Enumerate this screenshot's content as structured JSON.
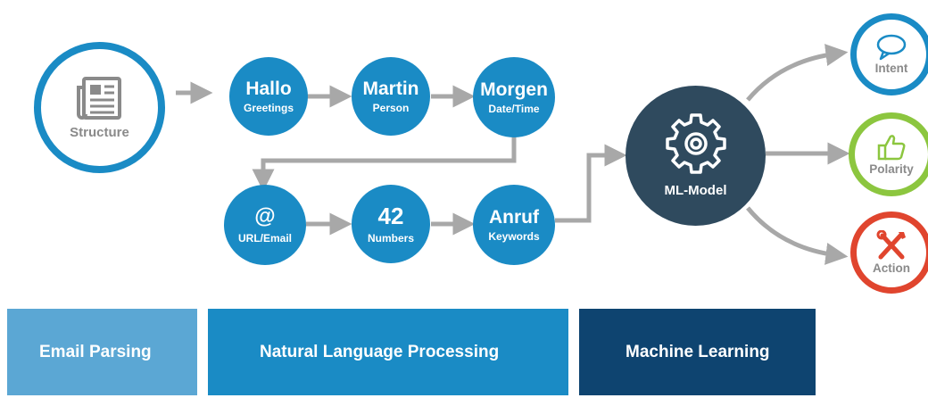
{
  "structure": {
    "label": "Structure",
    "icon": "newspaper-icon"
  },
  "nlp_nodes": [
    {
      "main": "Hallo",
      "sub": "Greetings"
    },
    {
      "main": "Martin",
      "sub": "Person"
    },
    {
      "main": "Morgen",
      "sub": "Date/Time"
    },
    {
      "main": "@",
      "sub": "URL/Email"
    },
    {
      "main": "42",
      "sub": "Numbers"
    },
    {
      "main": "Anruf",
      "sub": "Keywords"
    }
  ],
  "model": {
    "label": "ML-Model",
    "icon": "gear-icon"
  },
  "outputs": [
    {
      "label": "Intent",
      "icon": "speech-bubble-icon",
      "color": "#1a8bc5"
    },
    {
      "label": "Polarity",
      "icon": "thumbs-up-icon",
      "color": "#8cc63f"
    },
    {
      "label": "Action",
      "icon": "tools-icon",
      "color": "#e0452e"
    }
  ],
  "stages": [
    {
      "label": "Email Parsing",
      "color": "#5ba7d4"
    },
    {
      "label": "Natural Language Processing",
      "color": "#1a8bc5"
    },
    {
      "label": "Machine Learning",
      "color": "#0e4470"
    }
  ],
  "colors": {
    "arrow": "#a8a8a8",
    "model": "#2f4a5e",
    "icon_gray": "#8a8a8a"
  }
}
